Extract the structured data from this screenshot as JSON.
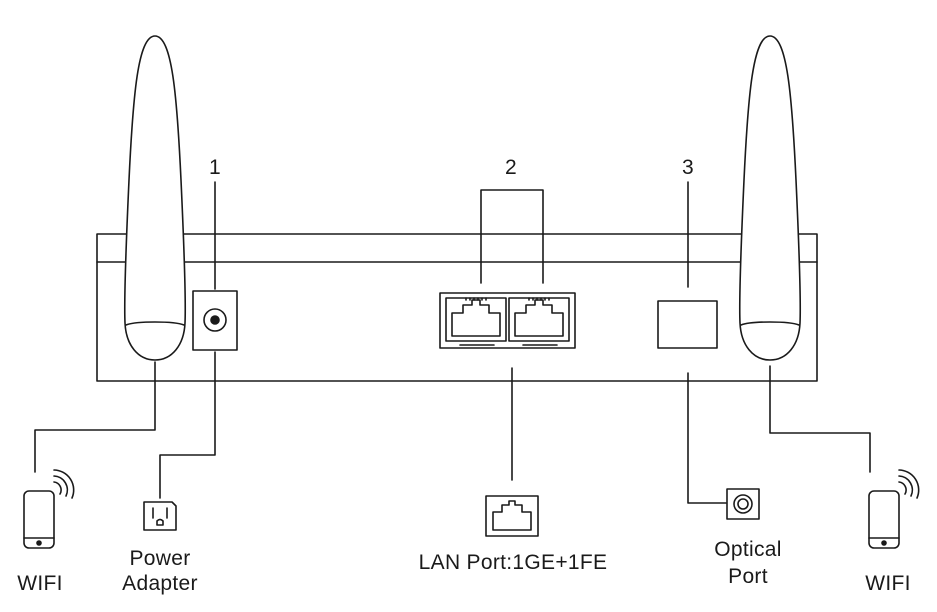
{
  "callouts": [
    "1",
    "2",
    "3"
  ],
  "labels": {
    "wifi_left": "WIFI",
    "power_adapter_line1": "Power",
    "power_adapter_line2": "Adapter",
    "lan_port": "LAN Port:1GE+1FE",
    "optical_port_line1": "Optical",
    "optical_port_line2": "Port",
    "wifi_right": "WIFI"
  }
}
